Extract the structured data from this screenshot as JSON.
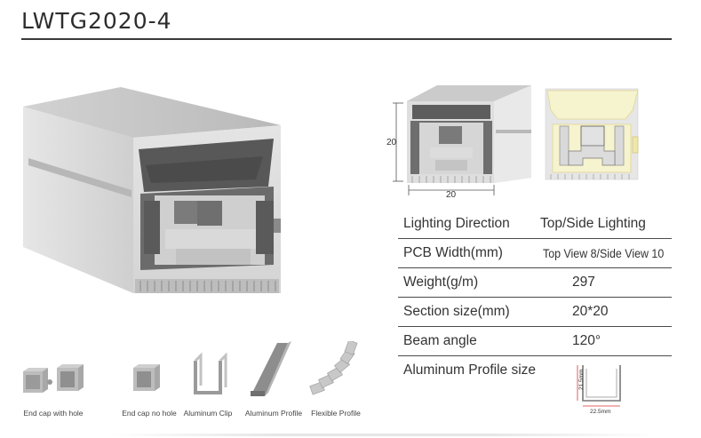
{
  "title": "LWTG2020-4",
  "diagram": {
    "height_label": "20",
    "width_label": "20"
  },
  "specs": [
    {
      "label": "Lighting  Direction",
      "value": "Top/Side Lighting"
    },
    {
      "label": "PCB  Width(mm)",
      "value": "Top View 8/Side View 10"
    },
    {
      "label": "Weight(g/m)",
      "value": "297"
    },
    {
      "label": "Section size(mm)",
      "value": "20*20"
    },
    {
      "label": "Beam angle",
      "value": "120°"
    },
    {
      "label": "Aluminum Profile size",
      "value": ""
    }
  ],
  "profile_size": {
    "height_label": "21.5mm",
    "width_label": "22.5mm"
  },
  "accessories": [
    {
      "caption": "End cap with hole"
    },
    {
      "caption": "End cap no hole"
    },
    {
      "caption": "Aluminum Clip"
    },
    {
      "caption": "Aluminum Profile"
    },
    {
      "caption": "Flexible Profile"
    }
  ],
  "colors": {
    "light": "#f6f3cf",
    "light_edge": "#e6df9c",
    "silicone": "#dcdcdc",
    "dark_slot": "#5c5c5c"
  }
}
